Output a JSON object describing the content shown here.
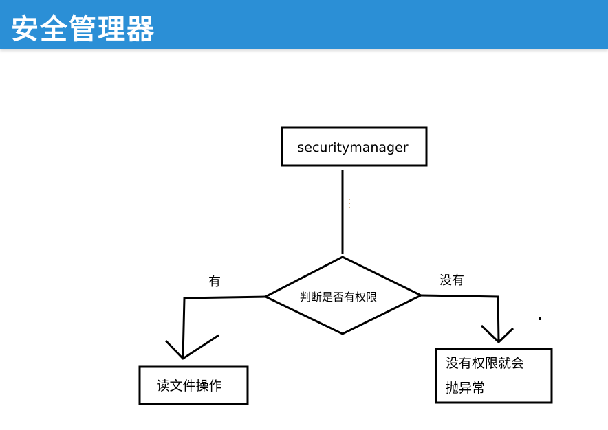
{
  "header": {
    "title": "安全管理器",
    "color": "#2b8fd6"
  },
  "diagram": {
    "nodes": {
      "security_manager": "securitymanager",
      "decision": "判断是否有权限",
      "read_file": "读文件操作",
      "throw_line1": "没有权限就会",
      "throw_line2": "抛异常"
    },
    "edges": {
      "yes_label": "有",
      "no_label": "没有"
    }
  }
}
